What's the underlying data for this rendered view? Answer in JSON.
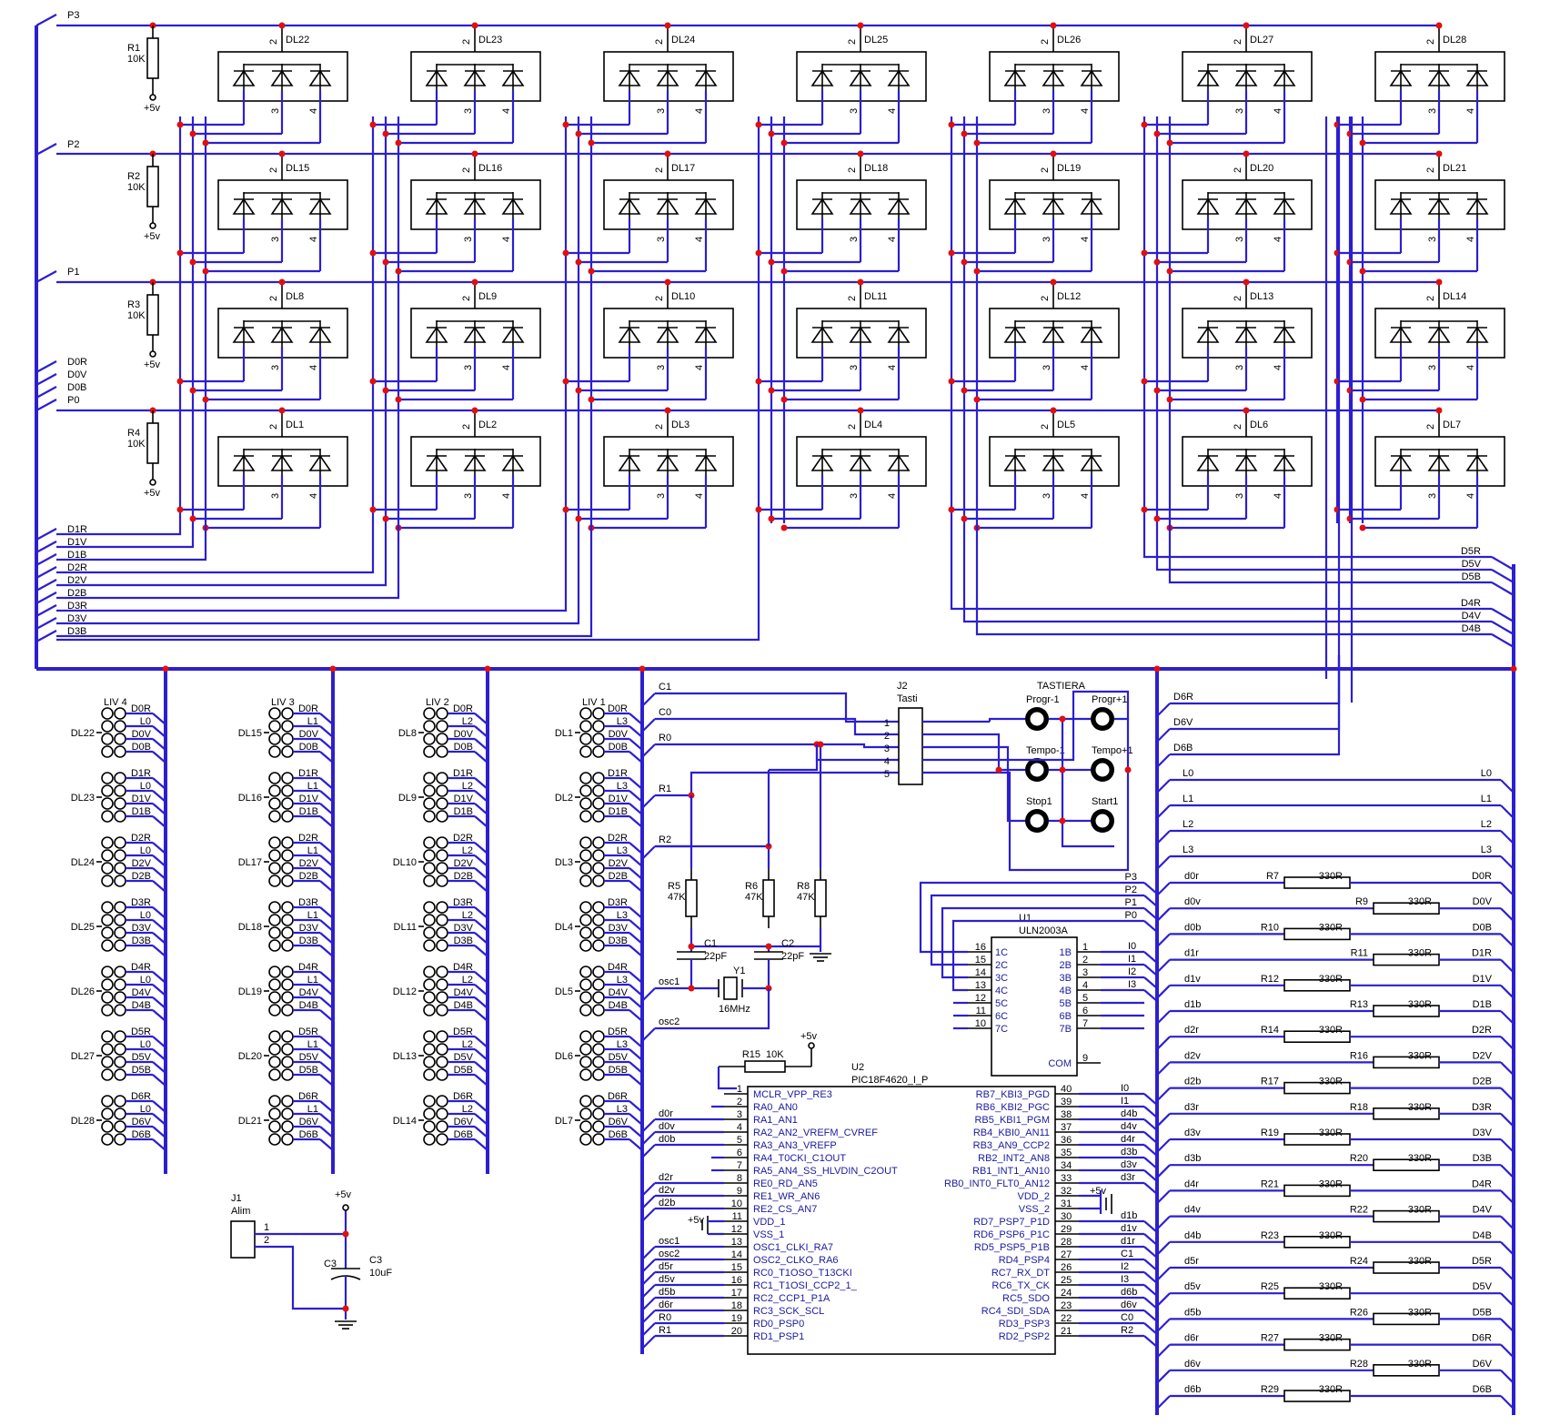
{
  "buses": {
    "left": [
      "P3",
      "P2",
      "P1",
      "D0R",
      "D0V",
      "D0B",
      "P0",
      "D1R",
      "D1V",
      "D1B",
      "D2R",
      "D2V",
      "D2B",
      "D3R",
      "D3V",
      "D3B"
    ],
    "right": [
      "D5R",
      "D5V",
      "D5B",
      "D4R",
      "D4V",
      "D4B"
    ]
  },
  "pullups": [
    {
      "ref": "R1",
      "value": "10K",
      "supply": "+5v"
    },
    {
      "ref": "R2",
      "value": "10K",
      "supply": "+5v"
    },
    {
      "ref": "R3",
      "value": "10K",
      "supply": "+5v"
    },
    {
      "ref": "R4",
      "value": "10K",
      "supply": "+5v"
    }
  ],
  "led_rows": [
    [
      "DL22",
      "DL23",
      "DL24",
      "DL25",
      "DL26",
      "DL27",
      "DL28"
    ],
    [
      "DL15",
      "DL16",
      "DL17",
      "DL18",
      "DL19",
      "DL20",
      "DL21"
    ],
    [
      "DL8",
      "DL9",
      "DL10",
      "DL11",
      "DL12",
      "DL13",
      "DL14"
    ],
    [
      "DL1",
      "DL2",
      "DL3",
      "DL4",
      "DL5",
      "DL6",
      "DL7"
    ]
  ],
  "led_pins": [
    "2",
    "3",
    "4"
  ],
  "levels": [
    {
      "name": "LIV 4",
      "leds": [
        "DL22",
        "DL23",
        "DL24",
        "DL25",
        "DL26",
        "DL27",
        "DL28"
      ],
      "l": "L0"
    },
    {
      "name": "LIV 3",
      "leds": [
        "DL15",
        "DL16",
        "DL17",
        "DL18",
        "DL19",
        "DL20",
        "DL21"
      ],
      "l": "L1"
    },
    {
      "name": "LIV 2",
      "leds": [
        "DL8",
        "DL9",
        "DL10",
        "DL11",
        "DL12",
        "DL13",
        "DL14"
      ],
      "l": "L2"
    },
    {
      "name": "LIV 1",
      "leds": [
        "DL1",
        "DL2",
        "DL3",
        "DL4",
        "DL5",
        "DL6",
        "DL7"
      ],
      "l": "L3"
    }
  ],
  "connector_groups": [
    [
      "D0R",
      "D0V",
      "D0B"
    ],
    [
      "D1R",
      "D1V",
      "D1B"
    ],
    [
      "D2R",
      "D2V",
      "D2B"
    ],
    [
      "D3R",
      "D3V",
      "D3B"
    ],
    [
      "D4R",
      "D4V",
      "D4B"
    ],
    [
      "D5R",
      "D5V",
      "D5B"
    ],
    [
      "D6R",
      "D6V",
      "D6B"
    ]
  ],
  "mid_nets": [
    "C1",
    "C0",
    "R0",
    "R1",
    "R2",
    "osc1",
    "osc2"
  ],
  "j2": {
    "ref": "J2",
    "name": "Tasti",
    "pins": [
      "1",
      "2",
      "3",
      "4",
      "5"
    ]
  },
  "tastiera": {
    "title": "TASTIERA",
    "buttons": [
      "Progr-1",
      "Progr+1",
      "Tempo-1",
      "Tempo+1",
      "Stop1",
      "Start1"
    ]
  },
  "right_nets": [
    "D6R",
    "D6V",
    "D6B",
    "L0",
    "L1",
    "L2",
    "L3"
  ],
  "right_nets_out": [
    "L0",
    "L1",
    "L2",
    "L3"
  ],
  "resistors_mid": [
    {
      "ref": "R5",
      "value": "47K"
    },
    {
      "ref": "R6",
      "value": "47K"
    },
    {
      "ref": "R8",
      "value": "47K"
    }
  ],
  "caps": [
    {
      "ref": "C1",
      "value": "22pF"
    },
    {
      "ref": "C2",
      "value": "22pF"
    },
    {
      "ref": "C3",
      "value": "10uF"
    }
  ],
  "crystal": {
    "ref": "Y1",
    "value": "16MHz"
  },
  "r15": {
    "ref": "R15",
    "value": "10K",
    "supply": "+5v"
  },
  "uln": {
    "ref": "U1",
    "part": "ULN2003A",
    "left_pins": [
      [
        "16",
        "1C"
      ],
      [
        "15",
        "2C"
      ],
      [
        "14",
        "3C"
      ],
      [
        "13",
        "4C"
      ],
      [
        "12",
        "5C"
      ],
      [
        "11",
        "6C"
      ],
      [
        "10",
        "7C"
      ]
    ],
    "right_pins": [
      [
        "1",
        "1B"
      ],
      [
        "2",
        "2B"
      ],
      [
        "3",
        "3B"
      ],
      [
        "4",
        "4B"
      ],
      [
        "5",
        "5B"
      ],
      [
        "6",
        "6B"
      ],
      [
        "7",
        "7B"
      ]
    ],
    "com": [
      "9",
      "COM"
    ],
    "in_nets": [
      "I0",
      "I1",
      "I2",
      "I3"
    ],
    "out_nets": [
      "P3",
      "P2",
      "P1",
      "P0"
    ]
  },
  "pic": {
    "ref": "U2",
    "part": "PIC18F4620_I_P",
    "left_pins": [
      [
        "1",
        "MCLR_VPP_RE3",
        ""
      ],
      [
        "2",
        "RA0_AN0",
        ""
      ],
      [
        "3",
        "RA1_AN1",
        "d0r"
      ],
      [
        "4",
        "RA2_AN2_VREFM_CVREF",
        "d0v"
      ],
      [
        "5",
        "RA3_AN3_VREFP",
        "d0b"
      ],
      [
        "6",
        "RA4_T0CKI_C1OUT",
        ""
      ],
      [
        "7",
        "RA5_AN4_SS_HLVDIN_C2OUT",
        ""
      ],
      [
        "8",
        "RE0_RD_AN5",
        "d2r"
      ],
      [
        "9",
        "RE1_WR_AN6",
        "d2v"
      ],
      [
        "10",
        "RE2_CS_AN7",
        "d2b"
      ],
      [
        "11",
        "VDD_1",
        "+5v"
      ],
      [
        "12",
        "VSS_1",
        ""
      ],
      [
        "13",
        "OSC1_CLKI_RA7",
        "osc1"
      ],
      [
        "14",
        "OSC2_CLKO_RA6",
        "osc2"
      ],
      [
        "15",
        "RC0_T1OSO_T13CKI",
        "d5r"
      ],
      [
        "16",
        "RC1_T1OSI_CCP2_1_",
        "d5v"
      ],
      [
        "17",
        "RC2_CCP1_P1A",
        "d5b"
      ],
      [
        "18",
        "RC3_SCK_SCL",
        "d6r"
      ],
      [
        "19",
        "RD0_PSP0",
        "R0"
      ],
      [
        "20",
        "RD1_PSP1",
        "R1"
      ]
    ],
    "right_pins": [
      [
        "40",
        "RB7_KBI3_PGD",
        "I0"
      ],
      [
        "39",
        "RB6_KBI2_PGC",
        "I1"
      ],
      [
        "38",
        "RB5_KBI1_PGM",
        "d4b"
      ],
      [
        "37",
        "RB4_KBI0_AN11",
        "d4v"
      ],
      [
        "36",
        "RB3_AN9_CCP2",
        "d4r"
      ],
      [
        "35",
        "RB2_INT2_AN8",
        "d3b"
      ],
      [
        "34",
        "RB1_INT1_AN10",
        "d3v"
      ],
      [
        "33",
        "RB0_INT0_FLT0_AN12",
        "d3r"
      ],
      [
        "32",
        "VDD_2",
        "+5v"
      ],
      [
        "31",
        "VSS_2",
        ""
      ],
      [
        "30",
        "RD7_PSP7_P1D",
        "d1b"
      ],
      [
        "29",
        "RD6_PSP6_P1C",
        "d1v"
      ],
      [
        "28",
        "RD5_PSP5_P1B",
        "d1r"
      ],
      [
        "27",
        "RD4_PSP4",
        "C1"
      ],
      [
        "26",
        "RC7_RX_DT",
        "I2"
      ],
      [
        "25",
        "RC6_TX_CK",
        "I3"
      ],
      [
        "24",
        "RC5_SDO",
        "d6b"
      ],
      [
        "23",
        "RC4_SDI_SDA",
        "d6v"
      ],
      [
        "22",
        "RD3_PSP3",
        "C0"
      ],
      [
        "21",
        "RD2_PSP2",
        "R2"
      ]
    ]
  },
  "series_res": [
    {
      "in": "d0r",
      "ref": "R7",
      "value": "330R",
      "out": "D0R"
    },
    {
      "in": "d0v",
      "ref": "R9",
      "value": "330R",
      "out": "D0V"
    },
    {
      "in": "d0b",
      "ref": "R10",
      "value": "330R",
      "out": "D0B"
    },
    {
      "in": "d1r",
      "ref": "R11",
      "value": "330R",
      "out": "D1R"
    },
    {
      "in": "d1v",
      "ref": "R12",
      "value": "330R",
      "out": "D1V"
    },
    {
      "in": "d1b",
      "ref": "R13",
      "value": "330R",
      "out": "D1B"
    },
    {
      "in": "d2r",
      "ref": "R14",
      "value": "330R",
      "out": "D2R"
    },
    {
      "in": "d2v",
      "ref": "R16",
      "value": "330R",
      "out": "D2V"
    },
    {
      "in": "d2b",
      "ref": "R17",
      "value": "330R",
      "out": "D2B"
    },
    {
      "in": "d3r",
      "ref": "R18",
      "value": "330R",
      "out": "D3R"
    },
    {
      "in": "d3v",
      "ref": "R19",
      "value": "330R",
      "out": "D3V"
    },
    {
      "in": "d3b",
      "ref": "R20",
      "value": "330R",
      "out": "D3B"
    },
    {
      "in": "d4r",
      "ref": "R21",
      "value": "330R",
      "out": "D4R"
    },
    {
      "in": "d4v",
      "ref": "R22",
      "value": "330R",
      "out": "D4V"
    },
    {
      "in": "d4b",
      "ref": "R23",
      "value": "330R",
      "out": "D4B"
    },
    {
      "in": "d5r",
      "ref": "R24",
      "value": "330R",
      "out": "D5R"
    },
    {
      "in": "d5v",
      "ref": "R25",
      "value": "330R",
      "out": "D5V"
    },
    {
      "in": "d5b",
      "ref": "R26",
      "value": "330R",
      "out": "D5B"
    },
    {
      "in": "d6r",
      "ref": "R27",
      "value": "330R",
      "out": "D6R"
    },
    {
      "in": "d6v",
      "ref": "R28",
      "value": "330R",
      "out": "D6V"
    },
    {
      "in": "d6b",
      "ref": "R29",
      "value": "330R",
      "out": "D6B"
    }
  ],
  "j1": {
    "ref": "J1",
    "name": "Alim",
    "pins": [
      "1",
      "2"
    ]
  },
  "supply": "+5v"
}
